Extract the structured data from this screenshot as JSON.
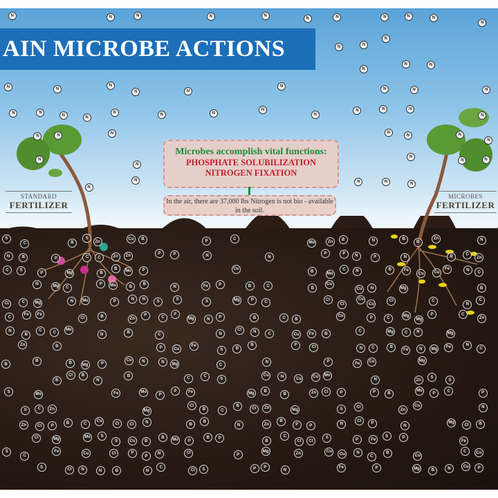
{
  "title": "AIN MICROBE ACTIONS",
  "callout": {
    "heading": "Microbes accomplish vital functions:",
    "line1": "PHOSPHATE SOLUBILIZATION",
    "line2": "NITROGEN FIXATION",
    "note": "In the air, there are 37,000 lbs Nitrogen is not bio - available in the soil."
  },
  "left_label": {
    "small": "STANDARD",
    "big": "FERTILIZER"
  },
  "right_label": {
    "small": "MICROBES",
    "big": "FERTILIZER"
  },
  "sky_symbol": "N",
  "soil_symbols": [
    "N",
    "B",
    "C",
    "P",
    "S",
    "Zn",
    "Mo",
    "Cl",
    "Mg",
    "Fe",
    "Cu",
    "B",
    "N",
    "C",
    "P"
  ],
  "colors": {
    "title_bg": "#1c6fb8",
    "heading": "#1f8a3e",
    "functions": "#c01e2e",
    "soil": "#251912"
  }
}
